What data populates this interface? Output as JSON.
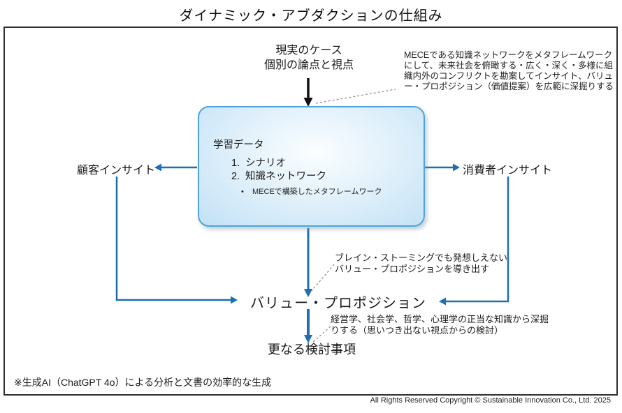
{
  "title": "ダイナミック・アブダクションの仕組み",
  "top": {
    "case_line1": "現実のケース",
    "case_line2": "個別の論点と視点",
    "meta_framework_note": "MECEである知識ネットワークをメタフレームワークにして、未来社会を俯瞰する・広く・深く・多様に組織内外のコンフリクトを勘案してインサイト、バリュー・プロポジション（価値提案）を広範に深掘りする"
  },
  "center_box": {
    "title": "学習データ",
    "items": [
      {
        "num": "1.",
        "label": "シナリオ"
      },
      {
        "num": "2.",
        "label": "知識ネットワーク"
      }
    ],
    "bullet_marker": "•",
    "bullet": "MECEで構築したメタフレームワーク"
  },
  "left_label": "顧客インサイト",
  "right_label": "消費者インサイト",
  "value_proposition": "バリュー・プロポジション",
  "brainstorming_note": "ブレイン・ストーミングでも発想しえないバリュー・プロポジションを導き出す",
  "further_label": "更なる検討事項",
  "academic_note": "経営学、社会学、哲学、心理学の正当な知識から深掘りする（思いつき出ない視点からの検討）",
  "footnote": "※生成AI（ChatGPT 4o）による分析と文書の効率的な生成",
  "copyright": "All Rights Reserved Copyright © Sustainable Innovation Co., Ltd. 2025",
  "colors": {
    "arrow_blue": "#1f6db4",
    "arrow_black": "#111111",
    "box_border": "#4fa4d8",
    "box_fill_edge": "#c2e1f6",
    "dashed_gray": "#8a8a8a",
    "frame_border": "#2f2f2f"
  }
}
